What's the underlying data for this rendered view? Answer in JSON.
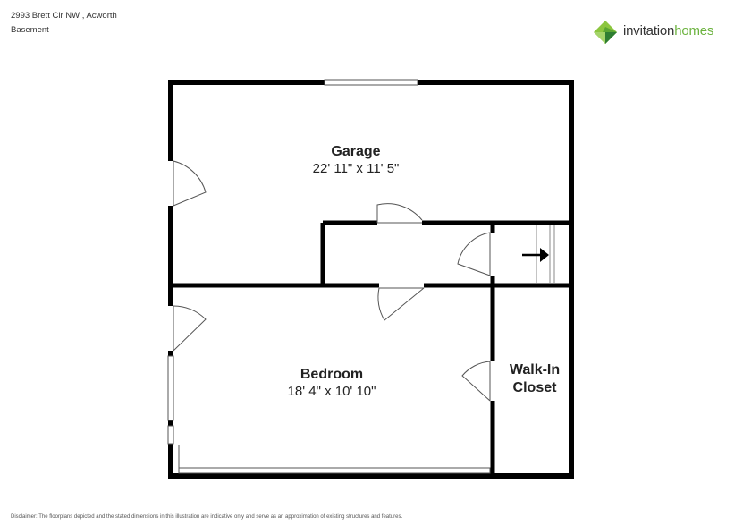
{
  "header": {
    "address": "2993 Brett Cir NW , Acworth",
    "level": "Basement"
  },
  "brand": {
    "name_part1": "invitation",
    "name_part2": "homes",
    "colors": {
      "green_light": "#8cc63f",
      "green_mid": "#5aa532",
      "green_dark": "#2e7d32",
      "text_dark": "#333333"
    }
  },
  "rooms": {
    "garage": {
      "name": "Garage",
      "dimensions": "22' 11\" x 11' 5\""
    },
    "bedroom": {
      "name": "Bedroom",
      "dimensions": "18' 4\" x 10' 10\""
    },
    "walkin": {
      "name_line1": "Walk-In",
      "name_line2": "Closet"
    }
  },
  "disclaimer": "Disclaimer: The floorplans depicted and the stated dimensions in this illustration are indicative only and serve as an approximation of existing structures and features."
}
